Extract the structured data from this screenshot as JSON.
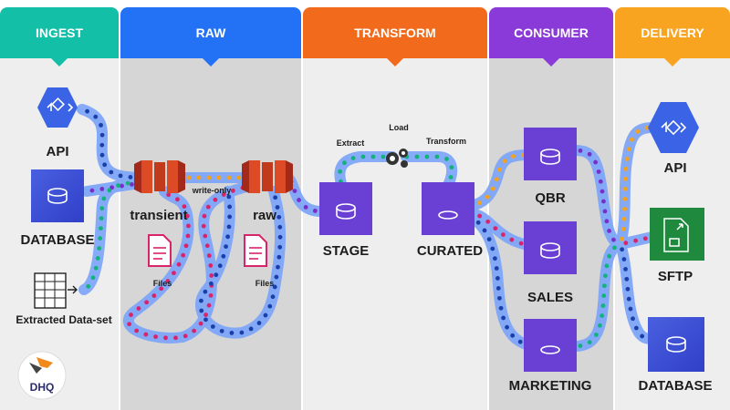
{
  "columns": [
    {
      "id": "ingest",
      "title": "INGEST",
      "color": "#13bfa6",
      "bg": "#eeeeee"
    },
    {
      "id": "raw",
      "title": "RAW",
      "color": "#2372f5",
      "bg": "#d6d6d6"
    },
    {
      "id": "transform",
      "title": "TRANSFORM",
      "color": "#f26b1d",
      "bg": "#eeeeee"
    },
    {
      "id": "consumer",
      "title": "CONSUMER",
      "color": "#8a3ad8",
      "bg": "#d6d6d6"
    },
    {
      "id": "delivery",
      "title": "DELIVERY",
      "color": "#f8a421",
      "bg": "#eeeeee"
    }
  ],
  "ingest": {
    "api": "API",
    "database": "DATABASE",
    "extracted": "Extracted Data-set"
  },
  "raw": {
    "transient": "transient",
    "raw": "raw",
    "write_only": "write-only",
    "files1": "Files",
    "files2": "Files"
  },
  "transform": {
    "extract": "Extract",
    "load": "Load",
    "transform": "Transform",
    "stage": "STAGE",
    "curated": "CURATED"
  },
  "consumer": {
    "qbr": "QBR",
    "sales": "SALES",
    "marketing": "MARKETING"
  },
  "delivery": {
    "api": "API",
    "sftp": "SFTP",
    "database": "DATABASE"
  },
  "logo": {
    "text": "DHQ"
  }
}
